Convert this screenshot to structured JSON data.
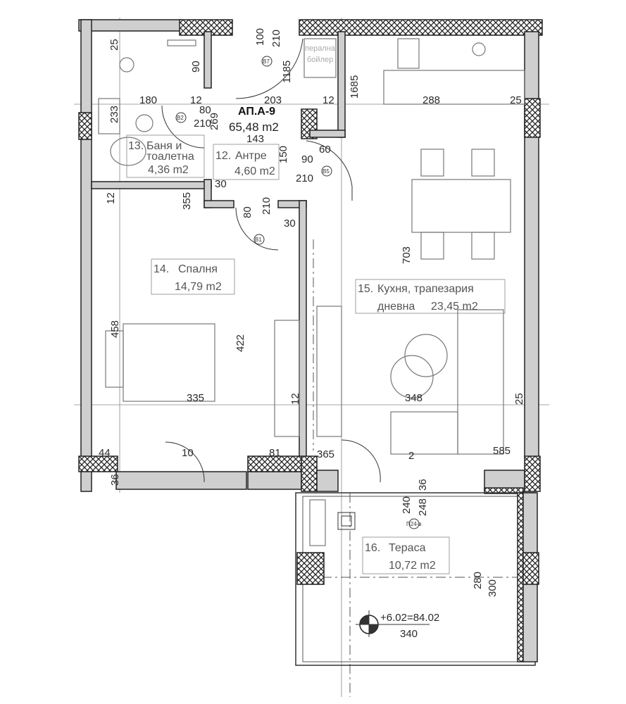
{
  "apartment": {
    "name": "АП.А-9",
    "area": "65,48 m2"
  },
  "rooms": [
    {
      "number": "13.",
      "name_line1": "Баня и",
      "name_line2": "тоалетна",
      "area": "4,36 m2"
    },
    {
      "number": "12.",
      "name_line1": "Антре",
      "area": "4,60 m2"
    },
    {
      "number": "14.",
      "name_line1": "Спалня",
      "area": "14,79 m2"
    },
    {
      "number": "15.",
      "name_line1": "Кухня, трапезария",
      "name_line2": "дневна",
      "area": "23,45 m2"
    },
    {
      "number": "16.",
      "name_line1": "Тераса",
      "area": "10,72 m2"
    }
  ],
  "boiler_label": [
    "перална",
    "бойлер"
  ],
  "doors": [
    "B1",
    "B2",
    "B5",
    "B7",
    "П24-в"
  ],
  "elevation": "+6.02=84.02",
  "dimensions": {
    "d100": "100",
    "d210a": "210",
    "d25a": "25",
    "d90": "90",
    "d1185": "1185",
    "d1685": "1685",
    "d180": "180",
    "d12a": "12",
    "d203": "203",
    "d12b": "12",
    "d288": "288",
    "d25b": "25",
    "d233": "233",
    "d80a": "80",
    "d210b": "210",
    "d269": "269",
    "d143": "143",
    "d150": "150",
    "d60": "60",
    "d90b": "90",
    "d210c": "210",
    "d30a": "30",
    "d355": "355",
    "d12c": "12",
    "d80b": "80",
    "d210d": "210",
    "d30b": "30",
    "d703": "703",
    "d458": "458",
    "d422": "422",
    "d335": "335",
    "d12d": "12",
    "d348": "348",
    "d25c": "25",
    "d44": "44",
    "d10": "10",
    "d81": "81",
    "d365": "365",
    "d2": "2",
    "d585": "585",
    "d36a": "36",
    "d36b": "36",
    "d240": "240",
    "d248": "248",
    "d280": "280",
    "d300": "300",
    "d340": "340"
  }
}
